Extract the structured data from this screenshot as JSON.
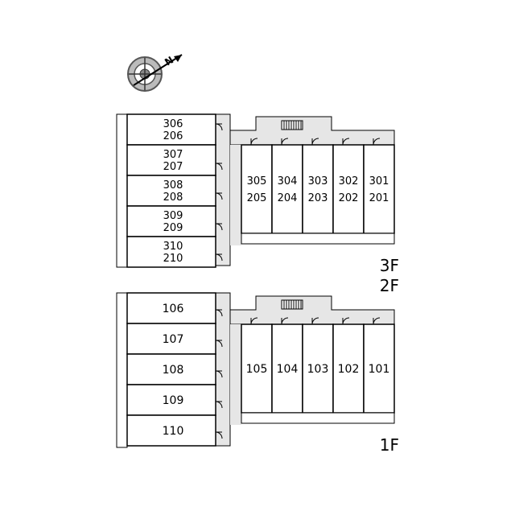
{
  "compass": {
    "label": "N"
  },
  "floor_labels": {
    "upper_a": "3F",
    "upper_b": "2F",
    "lower": "1F"
  },
  "upper": {
    "left_units": [
      {
        "top": "306",
        "bottom": "206"
      },
      {
        "top": "307",
        "bottom": "207"
      },
      {
        "top": "308",
        "bottom": "208"
      },
      {
        "top": "309",
        "bottom": "209"
      },
      {
        "top": "310",
        "bottom": "210"
      }
    ],
    "right_units": [
      {
        "top": "305",
        "bottom": "205"
      },
      {
        "top": "304",
        "bottom": "204"
      },
      {
        "top": "303",
        "bottom": "203"
      },
      {
        "top": "302",
        "bottom": "202"
      },
      {
        "top": "301",
        "bottom": "201"
      }
    ]
  },
  "lower": {
    "left_units": [
      "106",
      "107",
      "108",
      "109",
      "110"
    ],
    "right_units": [
      "105",
      "104",
      "103",
      "102",
      "101"
    ]
  },
  "colors": {
    "line": "#000000",
    "walkway": "#e6e6e6",
    "background": "#ffffff"
  }
}
